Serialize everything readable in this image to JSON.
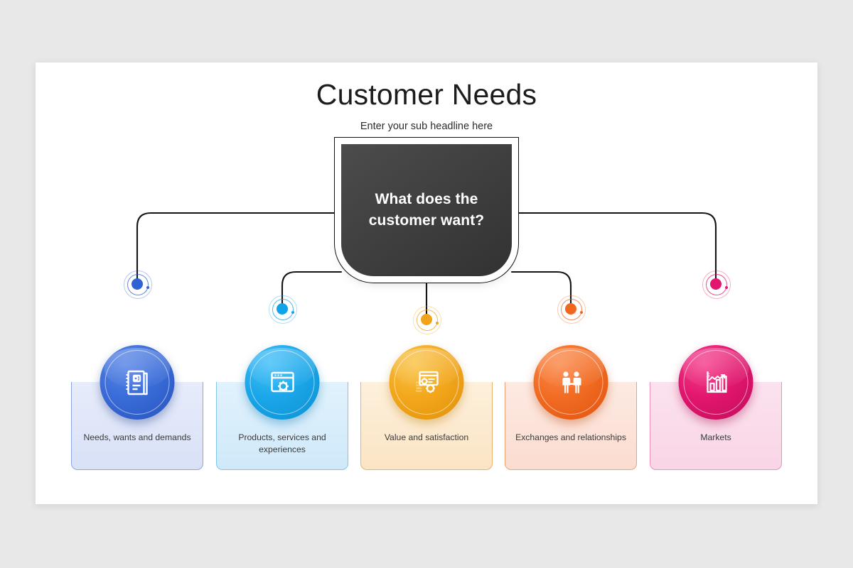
{
  "slide": {
    "title": "Customer Needs",
    "subtitle": "Enter your sub headline here",
    "background_color": "#e8e8e9",
    "surface_color": "#ffffff"
  },
  "center": {
    "text": "What does the customer want?",
    "fill_color": "#414141",
    "text_color": "#ffffff"
  },
  "branches": [
    {
      "label": "Needs, wants and demands",
      "icon": "contact-book-icon",
      "accent": "#2f63d4",
      "circle_light": "#4a7ae0",
      "circle_dark": "#2753bb",
      "card_top": "#e7ecfa",
      "card_bottom": "#d9e1f7",
      "card_border": "#8fa5e0",
      "node_color": "#2f63d4"
    },
    {
      "label": "Products, services and experiences",
      "icon": "browser-gear-icon",
      "accent": "#13a3e8",
      "circle_light": "#34b6f2",
      "circle_dark": "#0d8fd0",
      "card_top": "#e1f2fc",
      "card_bottom": "#cfe9fa",
      "card_border": "#7fc6ea",
      "node_color": "#13a3e8"
    },
    {
      "label": "Value and satisfaction",
      "icon": "document-gears-icon",
      "accent": "#f1a31a",
      "circle_light": "#f7b733",
      "circle_dark": "#e6940b",
      "card_top": "#fdf0dc",
      "card_bottom": "#fbe4c4",
      "card_border": "#e8b濫"
    },
    {
      "label": "Exchanges and relationships",
      "icon": "handshake-icon",
      "accent": "#f2671f",
      "circle_light": "#f77e3a",
      "circle_dark": "#e25512",
      "card_top": "#fdeae2",
      "card_bottom": "#fbdcd0",
      "card_border": "#f0a277",
      "node_color": "#f2671f"
    },
    {
      "label": "Markets",
      "icon": "bar-chart-growth-icon",
      "accent": "#e2166e",
      "circle_light": "#ef2d80",
      "circle_dark": "#c70e60",
      "card_top": "#fbe2ee",
      "card_bottom": "#f9d5e6",
      "card_border": "#ef8fba",
      "node_color": "#e2166e"
    }
  ]
}
